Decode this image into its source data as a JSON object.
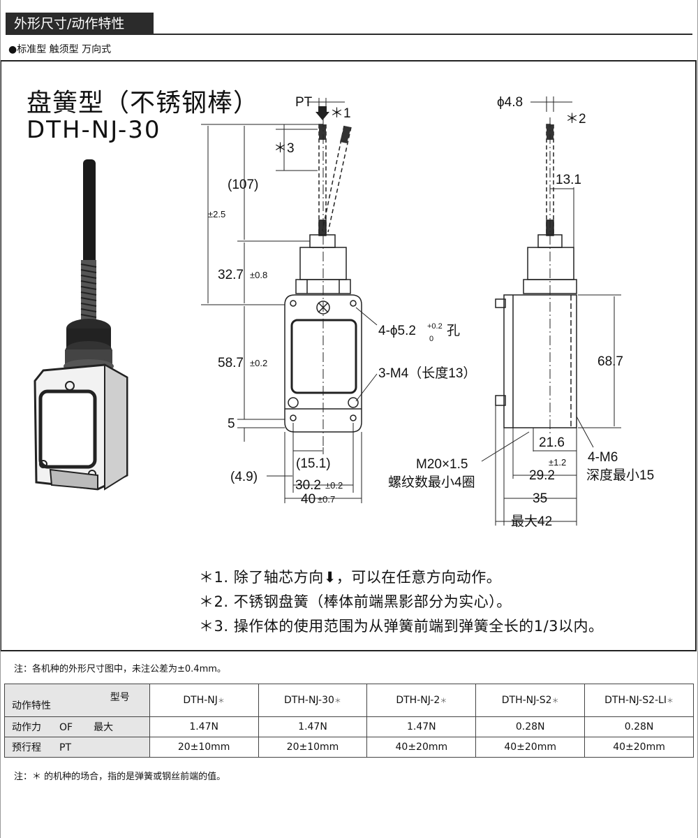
{
  "header": {
    "title": "外形尺寸/动作特性",
    "subtitle": "●标准型 触须型 万向式"
  },
  "drawing": {
    "title_cn": "盘簧型（不锈钢棒）",
    "model": "DTH-NJ-30",
    "labels": {
      "pt": "PT",
      "star1": "＊1",
      "star2": "＊2",
      "star3": "＊3",
      "d107": "(107)",
      "tol25": "±2.5",
      "d327": "32.7",
      "tol08": "±0.8",
      "d587": "58.7",
      "tol02": "±0.2",
      "d5": "5",
      "d49": "(4.9)",
      "d151": "(15.1)",
      "d302": "30.2",
      "tol02b": "±0.2",
      "d40": "40",
      "tol07": "±0.7",
      "hole": "4-ϕ5.2",
      "hole_sup": "+0.2",
      "hole_sub": "0",
      "hole_suffix": "孔",
      "m4": "3-M4（长度13）",
      "phi48": "ϕ4.8",
      "d131": "13.1",
      "d687": "68.7",
      "d216": "21.6",
      "tol12": "±1.2",
      "d292": "29.2",
      "d35": "35",
      "dmax42": "最大42",
      "m6": "4-M6",
      "m6b": "深度最小15",
      "m20": "M20×1.5",
      "m20b": "螺纹数最小4圈"
    }
  },
  "notes": [
    "＊1. 除了轴芯方向⬇，可以在任意方向动作。",
    "＊2. 不锈钢盘簧（棒体前端黑影部分为实心）。",
    "＊3. 操作体的使用范围为从弹簧前端到弹簧全长的1/3以内。"
  ],
  "tolerance_note": "注：各机种的外形尺寸图中，未注公差为±0.4mm。",
  "table": {
    "corner_top": "型号",
    "corner_bottom": "动作特性",
    "star": "＊",
    "models": [
      "DTH-NJ",
      "DTH-NJ-30",
      "DTH-NJ-2",
      "DTH-NJ-S2",
      "DTH-NJ-S2-LI"
    ],
    "rows": [
      {
        "label_a": "动作力",
        "label_b": "OF",
        "label_c": "最大",
        "values": [
          "1.47N",
          "1.47N",
          "1.47N",
          "0.28N",
          "0.28N"
        ]
      },
      {
        "label_a": "预行程",
        "label_b": "PT",
        "label_c": "",
        "values": [
          "20±10mm",
          "20±10mm",
          "40±20mm",
          "40±20mm",
          "40±20mm"
        ]
      }
    ]
  },
  "footnote": "注：＊ 的机种的场合，指的是弹簧或钢丝前端的值。"
}
